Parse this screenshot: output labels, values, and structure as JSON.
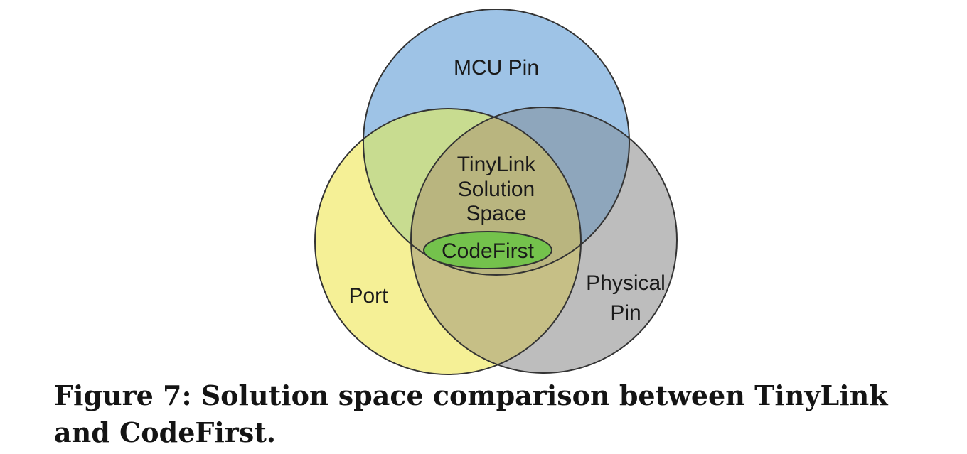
{
  "diagram": {
    "sets": [
      {
        "id": "mcu-pin",
        "label": "MCU Pin",
        "fill": "#9ec3e6"
      },
      {
        "id": "port",
        "label": "Port",
        "fill": "#f5f096"
      },
      {
        "id": "physical-pin",
        "label_lines": [
          "Physical",
          "Pin"
        ],
        "fill": "#bdbdbd"
      }
    ],
    "center_region": {
      "label_lines": [
        "TinyLink",
        "Solution",
        "Space"
      ],
      "fill": "#b9b57f"
    },
    "inner_ellipse": {
      "label": "CodeFirst",
      "fill": "#74c24c"
    },
    "outline_color": "#333333"
  },
  "caption": {
    "text": "Figure 7: Solution space comparison between TinyLink and CodeFirst."
  }
}
